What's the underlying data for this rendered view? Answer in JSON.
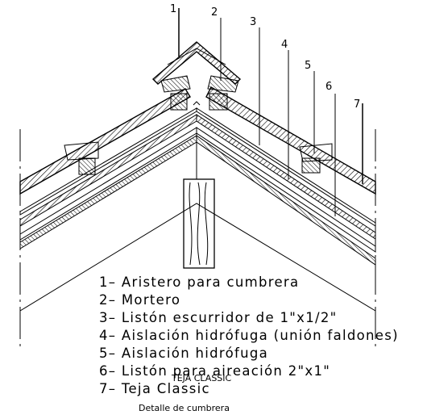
{
  "references": [
    "1",
    "2",
    "3",
    "4",
    "5",
    "6",
    "7"
  ],
  "legend": [
    "1– Aristero para cumbrera",
    "2– Mortero",
    "3– Listón escurridor de 1\"x1/2\"",
    "4– Aislación hidrófuga (unión faldones)",
    "5– Aislación hidrófuga",
    "6– Listón para aireación 2\"x1\"",
    "7– Teja Classic"
  ],
  "overlay_label": "TEJA CLASSIC",
  "caption": "Detalle de cumbrera",
  "colors": {
    "line": "#000000",
    "background": "#ffffff"
  }
}
